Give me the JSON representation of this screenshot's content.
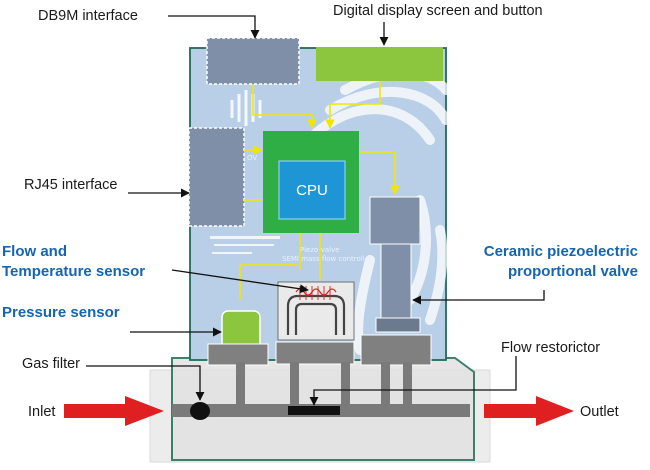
{
  "labels": {
    "db9m": "DB9M interface",
    "display": "Digital display screen and button",
    "rj45": "RJ45 interface",
    "flow_temp_line1": "Flow and",
    "flow_temp_line2": "Temperature sensor",
    "pressure": "Pressure sensor",
    "gas_filter": "Gas filter",
    "inlet": "Inlet",
    "ceramic_line1": "Ceramic piezoelectric",
    "ceramic_line2": "proportional valve",
    "flow_restrictor": "Flow restorictor",
    "outlet": "Outlet"
  },
  "board": {
    "cpu": "CPU",
    "brand_line1": "Piezo-valve",
    "brand_line2": "SEMI mass flow controller"
  },
  "colors": {
    "body": "#b9cfe8",
    "board_outline": "#1f6b57",
    "cpu_outer": "#2fae45",
    "cpu_inner": "#1e96d6",
    "display": "#8cc63f",
    "connector": "#7f8fa8",
    "signal_line": "#f2e600",
    "flow_arrow": "#e02020",
    "label_accent": "#1665b0"
  }
}
